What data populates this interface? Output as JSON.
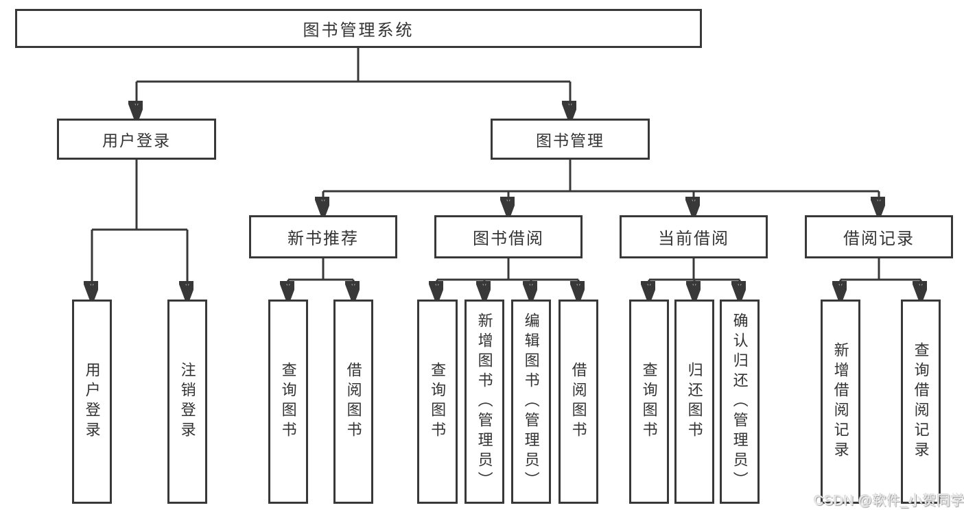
{
  "style": {
    "line_color": "#383838",
    "box_border_color": "#383838",
    "text_color": "#333333",
    "background_color": "#ffffff",
    "watermark_color": "#ededed"
  },
  "tree": {
    "label": "图书管理系统",
    "children": [
      {
        "label": "用户登录",
        "children": [
          {
            "label": "用户登录"
          },
          {
            "label": "注销登录"
          }
        ]
      },
      {
        "label": "图书管理",
        "children": [
          {
            "label": "新书推荐",
            "children": [
              {
                "label": "查询图书"
              },
              {
                "label": "借阅图书"
              }
            ]
          },
          {
            "label": "图书借阅",
            "children": [
              {
                "label": "查询图书"
              },
              {
                "label": "新增图书（管理员）"
              },
              {
                "label": "编辑图书（管理员）"
              },
              {
                "label": "借阅图书"
              }
            ]
          },
          {
            "label": "当前借阅",
            "children": [
              {
                "label": "查询图书"
              },
              {
                "label": "归还图书"
              },
              {
                "label": "确认归还（管理员）"
              }
            ]
          },
          {
            "label": "借阅记录",
            "children": [
              {
                "label": "新增借阅记录"
              },
              {
                "label": "查询借阅记录"
              }
            ]
          }
        ]
      }
    ]
  },
  "watermark": {
    "text": "CSDN @软件_小贺同学"
  }
}
